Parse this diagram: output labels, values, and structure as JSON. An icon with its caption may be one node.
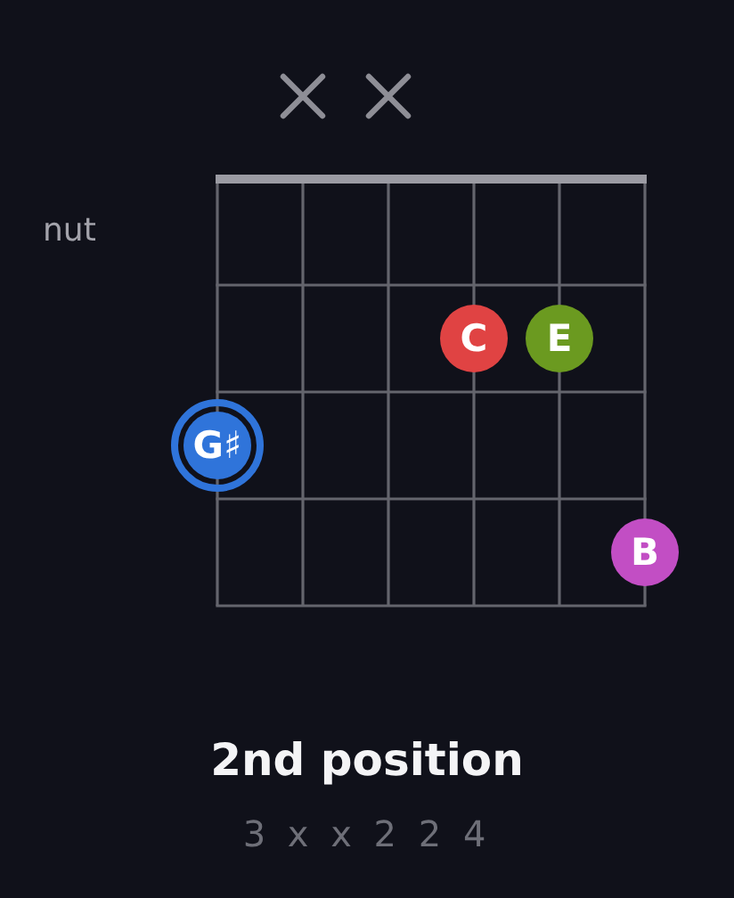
{
  "diagram": {
    "title": "2nd position",
    "caption": "3 x x 2 2 4",
    "nodes": [
      {
        "text": [],
        "shape": "cross"
      },
      {
        "text": [],
        "shape": "cross"
      },
      {
        "text": [
          "C"
        ]
      },
      {
        "text": [
          "E"
        ]
      },
      {
        "text": [
          "G♯"
        ]
      },
      {
        "text": [
          "B"
        ]
      }
    ],
    "labels": [
      "nut"
    ]
  }
}
